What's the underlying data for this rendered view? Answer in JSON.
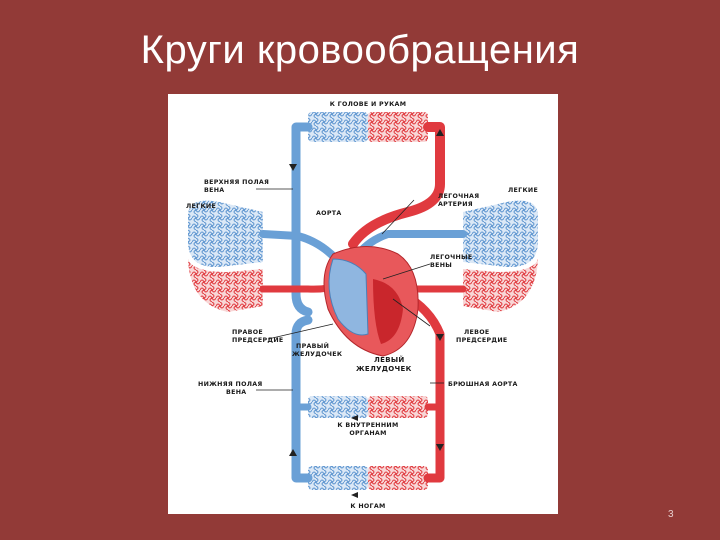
{
  "slide": {
    "title": "Круги кровообращения",
    "page_number": "3"
  },
  "colors": {
    "background": "#923a37",
    "arterial": "#e03a3f",
    "venous": "#6aa0d6",
    "panel": "#ffffff"
  },
  "labels": {
    "to_head_arms": "К ГОЛОВЕ И РУКАМ",
    "superior_vena_cava_1": "ВЕРХНЯЯ ПОЛАЯ",
    "superior_vena_cava_2": "ВЕНА",
    "lungs_left": "ЛЕГКИЕ",
    "lungs_right": "ЛЕГКИЕ",
    "aorta": "АОРТА",
    "pulmonary_artery_1": "ЛЕГОЧНАЯ",
    "pulmonary_artery_2": "АРТЕРИЯ",
    "pulmonary_veins_1": "ЛЕГОЧНЫЕ",
    "pulmonary_veins_2": "ВЕНЫ",
    "right_atrium_1": "ПРАВОЕ",
    "right_atrium_2": "ПРЕДСЕРДИЕ",
    "left_atrium_1": "ЛЕВОЕ",
    "left_atrium_2": "ПРЕДСЕРДИЕ",
    "right_ventricle_1": "ПРАВЫЙ",
    "right_ventricle_2": "ЖЕЛУДОЧЕК",
    "left_ventricle_1": "ЛЕВЫЙ",
    "left_ventricle_2": "ЖЕЛУДОЧЕК",
    "inferior_vena_cava_1": "НИЖНЯЯ ПОЛАЯ",
    "inferior_vena_cava_2": "ВЕНА",
    "abdominal_aorta": "БРЮШНАЯ АОРТА",
    "to_internal_organs_1": "К ВНУТРЕННИМ",
    "to_internal_organs_2": "ОРГАНАМ",
    "to_legs": "К НОГАМ"
  }
}
